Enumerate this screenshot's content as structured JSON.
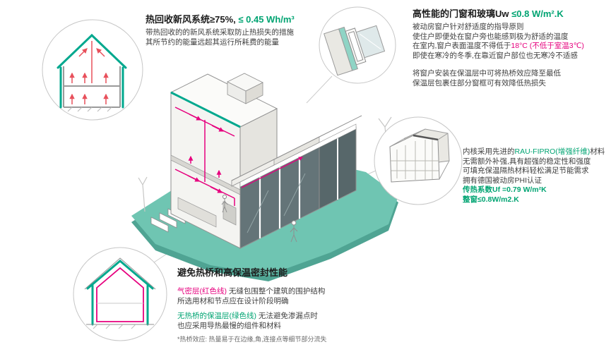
{
  "colors": {
    "accent_green": "#00A472",
    "diagram_teal": "#00A88E",
    "platform_teal": "#6FC5B2",
    "platform_shadow": "#4FA493",
    "magenta": "#E6007E",
    "arrow_red": "#E8505B",
    "body_text": "#3F3F3F"
  },
  "hrv": {
    "title_main": "热回收新风系统≥75%,",
    "title_accent": " ≤ 0.45 Wh/m³",
    "line1": "带热回收的的新风系统采取防止热损失的措施",
    "line2": "其所节约的能量远超其运行所耗费的能量"
  },
  "windows": {
    "title_main": "高性能的门窗和玻璃Uw ",
    "title_accent": "≤0.8 W/m².K",
    "p1_l1": "被动房窗户针对舒适度的指导原则",
    "p1_l2": "使住户即便处在窗户旁也能感到极为舒适的温度",
    "p1_l3_pre": "在室内,窗户表面温度不得低于",
    "p1_l3_temp": "18°C",
    "p1_l3_note": " (不低于室温3℃)",
    "p1_l4": "即使在寒冷的冬季,在靠近窗户部位也无寒冷不适感",
    "p2_l1": "将窗户安装在保温层中可将热桥效应降至最低",
    "p2_l2": "保温层包裹住部分窗框可有效降低热损失"
  },
  "profile": {
    "l1_pre": "内核采用先进的",
    "l1_accent": "RAU-FIPRO(增强纤维)",
    "l1_post": "材料",
    "l2": "无需额外补强,具有超强的稳定性和强度",
    "l3": "可填充保温隔热材料轻松满足节能需求",
    "l4": "拥有德国被动房PHI认证",
    "l5": "传热系数Uf =0.79 W/m²K",
    "l6": "整窗≤0.8W/m2.K"
  },
  "thermal": {
    "title": "避免热桥和高保温密封性能",
    "l1_accent": "气密层(红色线)",
    "l1_rest": " 无缝包围整个建筑的围护结构",
    "l2": "所选用材和节点应在设计阶段明确",
    "l3_accent": "无热桥的保温层(绿色线)",
    "l3_rest": " 无法避免渗漏点时",
    "l4": "也应采用导热最慢的组件和材料",
    "footnote": "*热桥效应: 热量易于在边缘,角,连接点等细节部分流失"
  }
}
